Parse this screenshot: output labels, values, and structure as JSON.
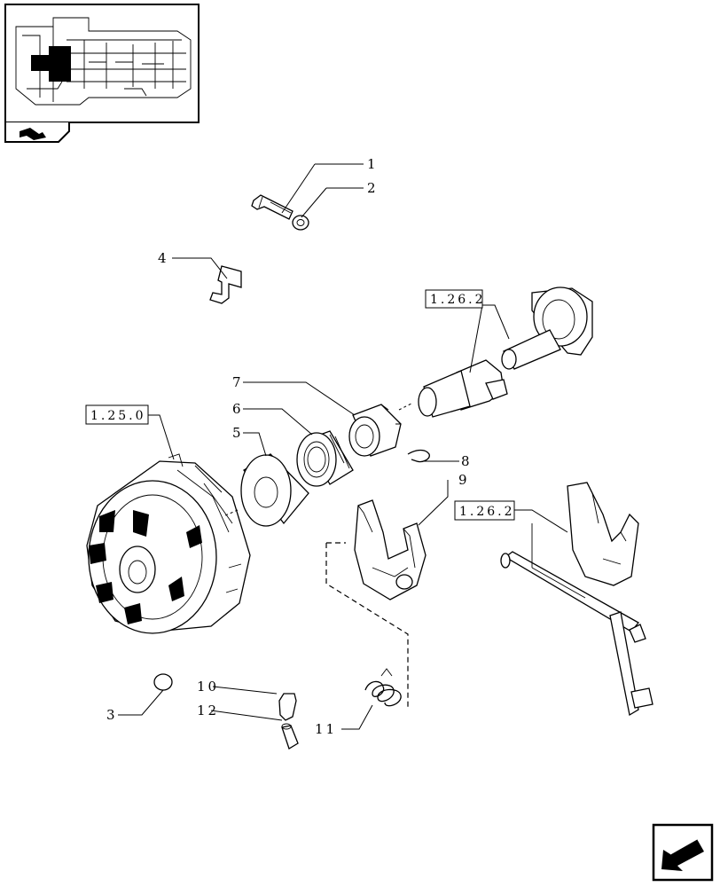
{
  "thumbnail": {
    "icon": "transmission-section-thumbnail"
  },
  "nav_icon_top": "folder-arrow-icon",
  "nav_icon_bottom": "previous-page-arrow-icon",
  "callouts": {
    "c1": "1",
    "c2": "2",
    "c3": "3",
    "c4": "4",
    "c5": "5",
    "c6": "6",
    "c7": "7",
    "c8": "8",
    "c9": "9",
    "c10": "10",
    "c11": "11",
    "c12": "12"
  },
  "references": {
    "ref_1262_a": "1.26.2",
    "ref_1250": "1.25.0",
    "ref_1262_b": "1.26.2"
  }
}
